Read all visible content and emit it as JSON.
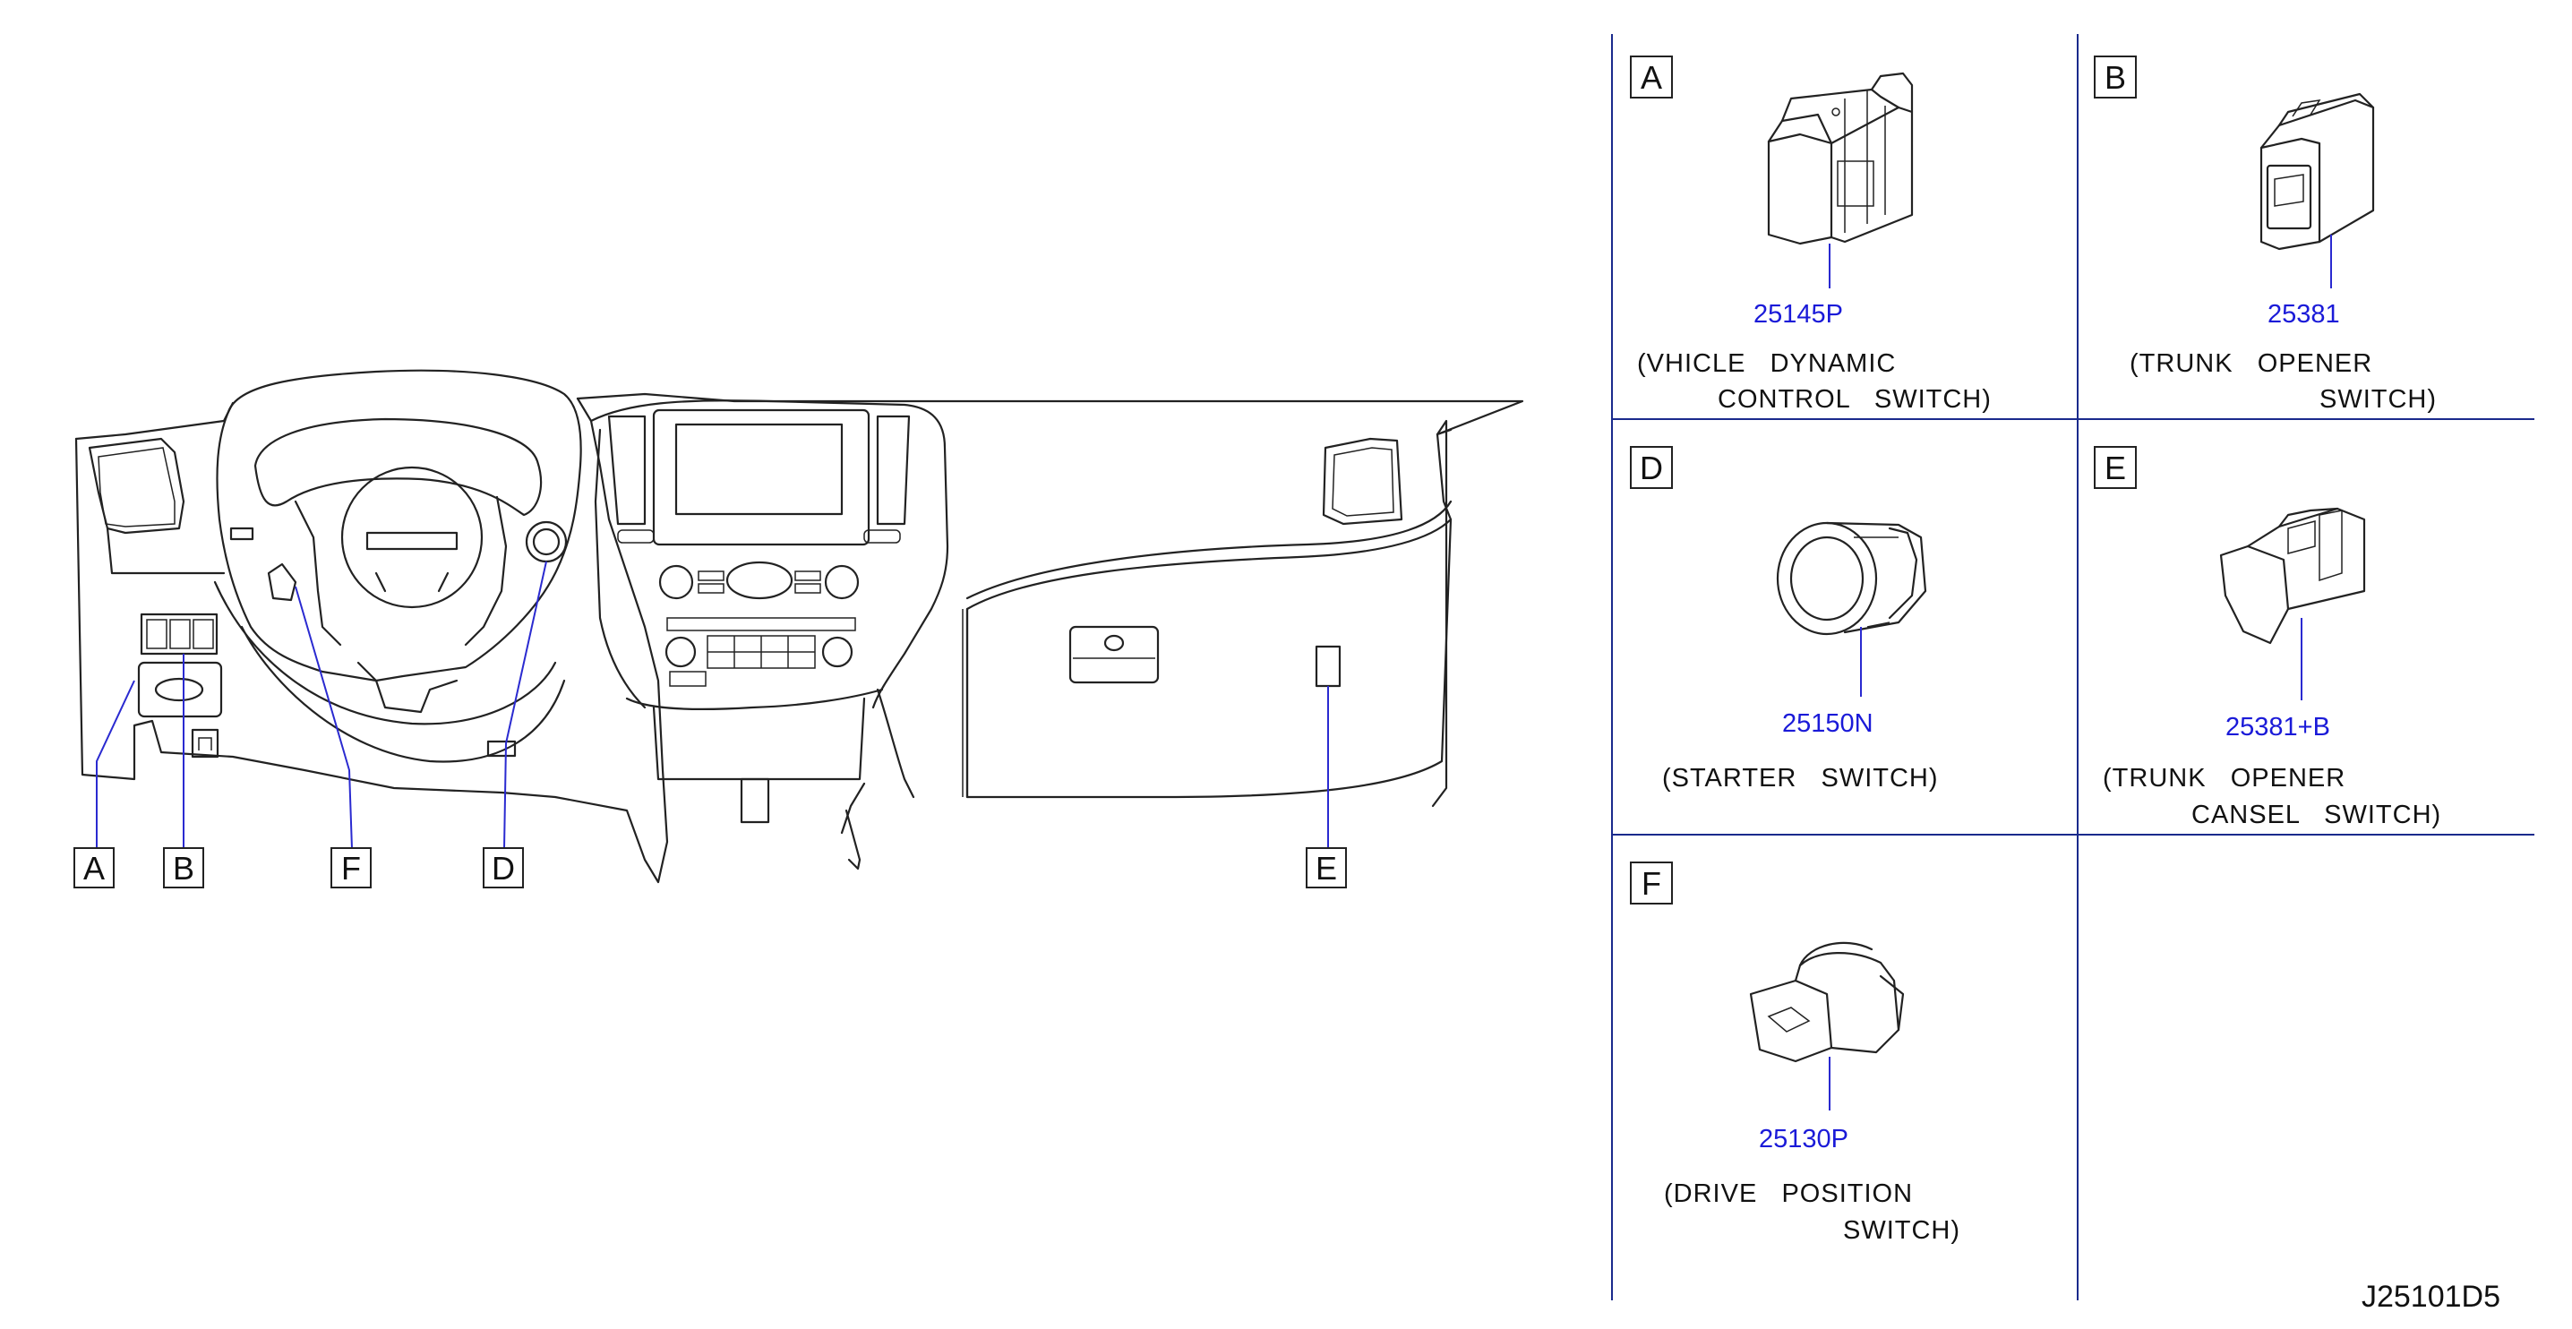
{
  "callouts": {
    "A": "A",
    "B": "B",
    "F": "F",
    "D": "D",
    "E": "E"
  },
  "panels": [
    {
      "letter": "A",
      "part_number": "25145P",
      "description_line1": "(VHICLE   DYNAMIC",
      "description_line2": "CONTROL   SWITCH)"
    },
    {
      "letter": "B",
      "part_number": "25381",
      "description_line1": "(TRUNK   OPENER",
      "description_line2": "SWITCH)"
    },
    {
      "letter": "D",
      "part_number": "25150N",
      "description_line1": "(STARTER   SWITCH)",
      "description_line2": ""
    },
    {
      "letter": "E",
      "part_number": "25381+B",
      "description_line1": "(TRUNK   OPENER",
      "description_line2": "CANSEL   SWITCH)"
    },
    {
      "letter": "F",
      "part_number": "25130P",
      "description_line1": "(DRIVE   POSITION",
      "description_line2": "SWITCH)"
    }
  ],
  "drawing_code": "J25101D5",
  "colors": {
    "part_number": "#1a1ad8",
    "grid_line": "#1a2a8c",
    "leader": "#2a2ad0"
  }
}
